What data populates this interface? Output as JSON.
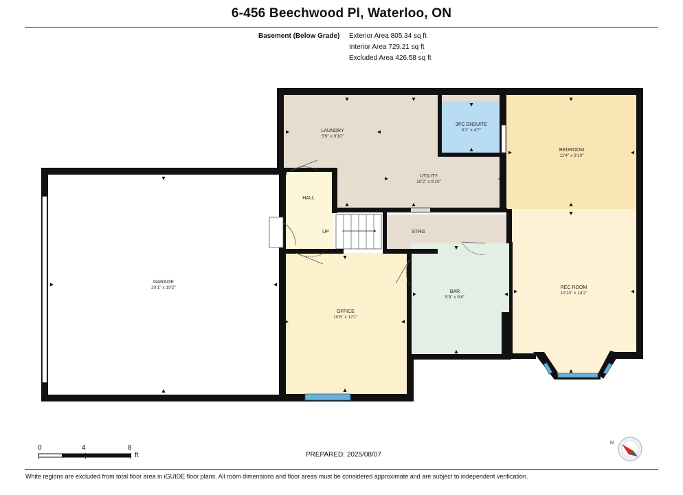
{
  "header": {
    "title": "6-456 Beechwood Pl, Waterloo, ON"
  },
  "summary": {
    "level": "Basement (Below Grade)",
    "exterior_area": "Exterior Area 805.34 sq ft",
    "interior_area": "Interior Area 729.21 sq ft",
    "excluded_area": "Excluded Area 426.58 sq ft"
  },
  "rooms": {
    "laundry": {
      "name": "LAUNDRY",
      "dims": "5'9\" x 9'10\""
    },
    "ensuite": {
      "name": "3PC ENSUITE",
      "dims": "5'2\" x 4'7\""
    },
    "bedroom": {
      "name": "BEDROOM",
      "dims": "11'4\" x 9'10\""
    },
    "utility": {
      "name": "UTILITY",
      "dims": "10'2\" x 9'10\""
    },
    "hall": {
      "name": "HALL"
    },
    "stair": {
      "name": "UP"
    },
    "storage": {
      "name": "STRG"
    },
    "garage": {
      "name": "GARAGE",
      "dims": "20'1\" x 19'2\""
    },
    "bar": {
      "name": "BAR",
      "dims": "5'9\" x 9'8\""
    },
    "rec_room": {
      "name": "REC ROOM",
      "dims": "10'10\" x 14'2\""
    },
    "office": {
      "name": "OFFICE",
      "dims": "10'8\" x 12'1\""
    }
  },
  "colors": {
    "laundry": "#e6dcd0",
    "utility": "#e6dcd0",
    "storage": "#e6dcd0",
    "ensuite": "#b8dcf4",
    "bedroom": "#fae6b4",
    "rec_room": "#fdf1d6",
    "office": "#fdf0cc",
    "bar": "#e3efe4",
    "hall": "#fdf6d8",
    "garage": "#ffffff",
    "wall": "#111111",
    "window": "#6ab0d8"
  },
  "scale": {
    "ticks": [
      "0",
      "4",
      "8"
    ],
    "unit": "ft"
  },
  "prepared": "PREPARED:  2025/08/07",
  "footer": "White regions are excluded from total floor area in iGUIDE floor plans. All room dimensions and floor areas must be considered approximate and are subject to independent verification.",
  "icons": {
    "compass": "compass-icon",
    "arrow": "dimension-arrow-icon"
  }
}
